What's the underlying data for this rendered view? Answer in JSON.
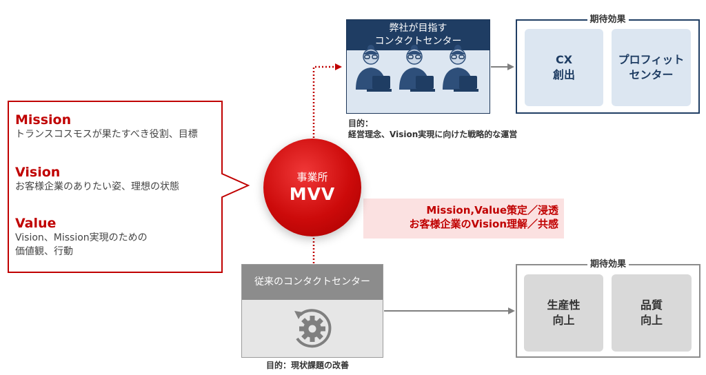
{
  "mvv_definitions": [
    {
      "heading": "Mission",
      "description": "トランスコスモスが果たすべき役割、目標"
    },
    {
      "heading": "Vision",
      "description": "お客様企業のありたい姿、理想の状態"
    },
    {
      "heading": "Value",
      "description_lines": [
        "Vision、Mission実現のための",
        "価値観、行動"
      ]
    }
  ],
  "center": {
    "sub": "事業所",
    "main": "MVV"
  },
  "band_lines": [
    "Mission,Value策定／浸透",
    "お客様企業のVision理解／共感"
  ],
  "target_center": {
    "title_lines": [
      "弊社が目指す",
      "コンタクトセンター"
    ],
    "purpose_label": "目的：",
    "purpose_text": "経営理念、Vision実現に向けた戦略的な運営",
    "effects_title": "期待効果",
    "effects": [
      [
        "CX",
        "創出"
      ],
      [
        "プロフィット",
        "センター"
      ]
    ]
  },
  "current_center": {
    "title": "従来のコンタクトセンター",
    "purpose": "目的：現状課題の改善",
    "effects_title": "期待効果",
    "effects": [
      [
        "生産性",
        "向上"
      ],
      [
        "品質",
        "向上"
      ]
    ]
  },
  "colors": {
    "red": "#c00000",
    "navy": "#1f3d63",
    "light_blue": "#dce6f1",
    "gray": "#8c8c8c",
    "light_gray": "#d9d9d9",
    "pink": "#fbe1e1"
  },
  "icons": [
    "person-at-laptop-icon",
    "refresh-gear-icon"
  ]
}
